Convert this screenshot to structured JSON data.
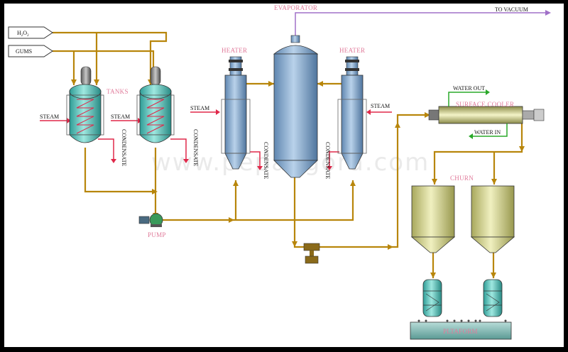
{
  "labels": {
    "evaporator": "EVAPORATOR",
    "to_vacuum": "TO VACUUM",
    "h2o2_main": "H",
    "h2o2_sub1": "2",
    "h2o2_mid": "O",
    "h2o2_sub2": "2",
    "gums": "GUMS",
    "tanks": "TANKS",
    "steam_tank1": "STEAM",
    "steam_tank2": "STEAM",
    "condensate_tank1": "CONDENSATE",
    "condensate_tank2": "CONDENSATE",
    "heater_left": "HEATER",
    "heater_right": "HEATER",
    "steam_heater_left": "STEAM",
    "steam_heater_right": "STEAM",
    "condensate_heater_left": "CONDENSATE",
    "condensate_heater_right": "CONDENSATE",
    "water_out": "WATER OUT",
    "water_in": "WATER IN",
    "surface_cooler": "SURFACE COOLER",
    "churn": "CHURN",
    "pump": "PUMP",
    "platform": "PLTAFORM",
    "watermark": "www.pepangora.com"
  },
  "colors": {
    "background": "#ffffff",
    "pipe": "#b8860b",
    "steam_line": "#e0284a",
    "vacuum_line": "#a070c8",
    "water_line": "#2aa82a",
    "vessel_blue": "#8fb4d8",
    "tank_teal": "#5fc8c0",
    "churn_olive": "#d8d890",
    "label_pink": "#e07a9a"
  }
}
